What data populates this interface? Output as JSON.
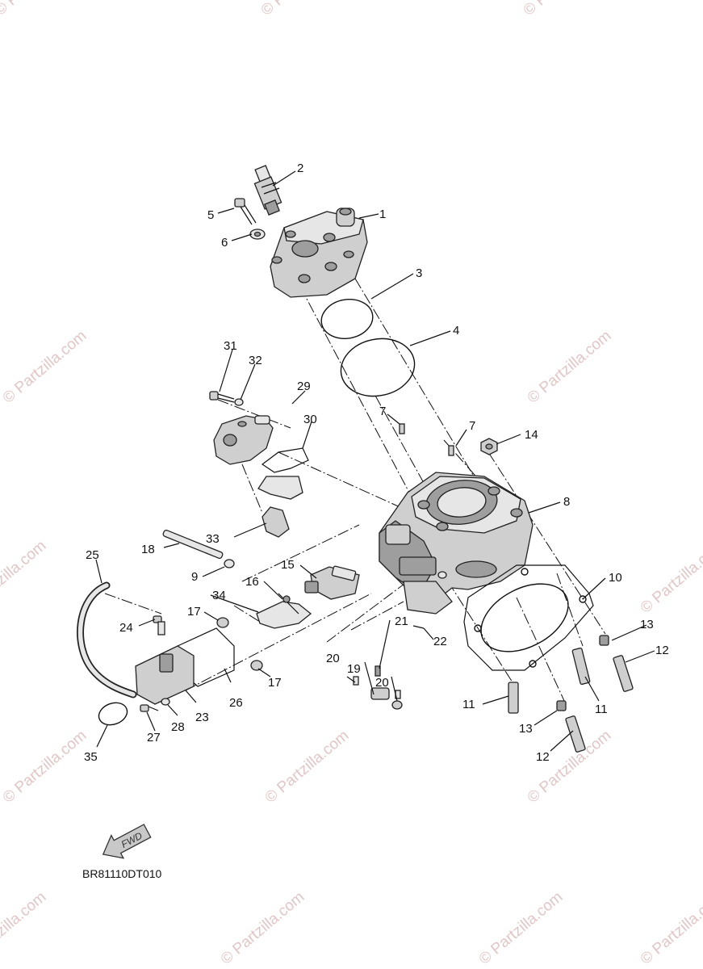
{
  "diagram": {
    "code": "BR81110DT010",
    "fwd_label": "FWD",
    "watermarks": [
      "© Partzilla.com",
      "© Partzilla.com",
      "© Partzilla.com",
      "© Partzilla.com",
      "© Partzilla.com",
      "© Partzilla.com",
      "© Partzilla.com",
      "© Partzilla.com",
      "© Partzilla.com",
      "© Partzilla.com",
      "© Partzilla.com",
      "© Partzilla.com",
      "© Partzilla.com",
      "© Partzilla.com"
    ],
    "callouts": [
      "1",
      "2",
      "3",
      "4",
      "5",
      "6",
      "7",
      "7",
      "8",
      "9",
      "10",
      "11",
      "11",
      "12",
      "12",
      "13",
      "13",
      "14",
      "15",
      "16",
      "17",
      "17",
      "18",
      "19",
      "20",
      "20",
      "21",
      "22",
      "23",
      "24",
      "25",
      "26",
      "27",
      "28",
      "29",
      "30",
      "31",
      "32",
      "33",
      "34",
      "35"
    ]
  }
}
